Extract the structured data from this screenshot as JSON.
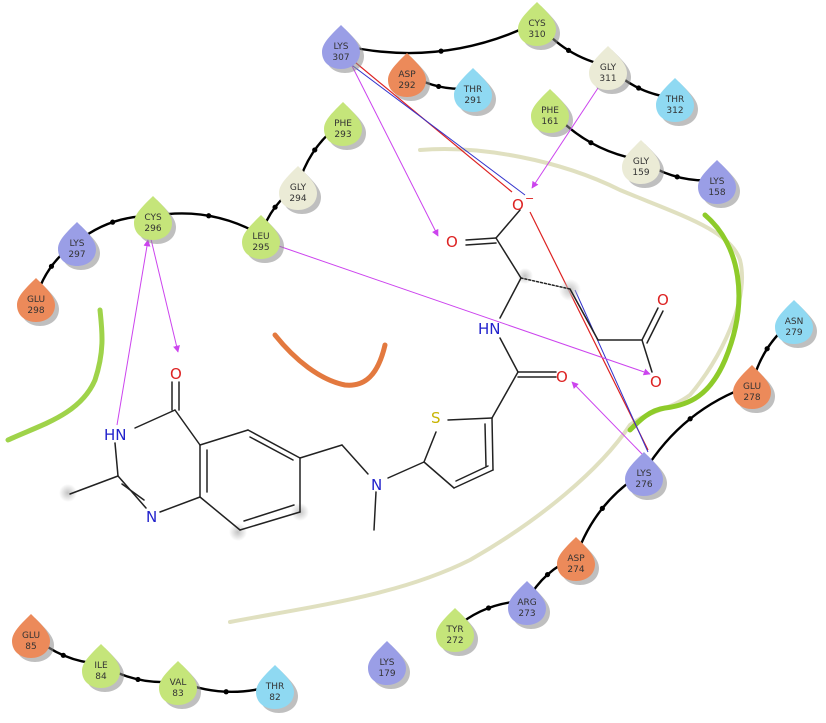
{
  "residues": [
    {
      "id": "lys307",
      "name": "LYS",
      "num": "307",
      "type": "basic"
    },
    {
      "id": "cys310",
      "name": "CYS",
      "num": "310",
      "type": "hydrophobic"
    },
    {
      "id": "gly311",
      "name": "GLY",
      "num": "311",
      "type": "glycine"
    },
    {
      "id": "thr312",
      "name": "THR",
      "num": "312",
      "type": "polar"
    },
    {
      "id": "asp292",
      "name": "ASP",
      "num": "292",
      "type": "acidic"
    },
    {
      "id": "thr291",
      "name": "THR",
      "num": "291",
      "type": "polar"
    },
    {
      "id": "phe161",
      "name": "PHE",
      "num": "161",
      "type": "hydrophobic"
    },
    {
      "id": "gly159",
      "name": "GLY",
      "num": "159",
      "type": "glycine"
    },
    {
      "id": "lys158",
      "name": "LYS",
      "num": "158",
      "type": "basic"
    },
    {
      "id": "phe293",
      "name": "PHE",
      "num": "293",
      "type": "hydrophobic"
    },
    {
      "id": "gly294",
      "name": "GLY",
      "num": "294",
      "type": "glycine"
    },
    {
      "id": "cys296",
      "name": "CYS",
      "num": "296",
      "type": "hydrophobic"
    },
    {
      "id": "leu295",
      "name": "LEU",
      "num": "295",
      "type": "hydrophobic"
    },
    {
      "id": "lys297",
      "name": "LYS",
      "num": "297",
      "type": "basic"
    },
    {
      "id": "glu298",
      "name": "GLU",
      "num": "298",
      "type": "acidic"
    },
    {
      "id": "asn279",
      "name": "ASN",
      "num": "279",
      "type": "polar"
    },
    {
      "id": "glu278",
      "name": "GLU",
      "num": "278",
      "type": "acidic"
    },
    {
      "id": "lys276",
      "name": "LYS",
      "num": "276",
      "type": "basic"
    },
    {
      "id": "asp274",
      "name": "ASP",
      "num": "274",
      "type": "acidic"
    },
    {
      "id": "arg273",
      "name": "ARG",
      "num": "273",
      "type": "basic"
    },
    {
      "id": "tyr272",
      "name": "TYR",
      "num": "272",
      "type": "hydrophobic"
    },
    {
      "id": "glu85",
      "name": "GLU",
      "num": "85",
      "type": "acidic"
    },
    {
      "id": "ile84",
      "name": "ILE",
      "num": "84",
      "type": "hydrophobic"
    },
    {
      "id": "val83",
      "name": "VAL",
      "num": "83",
      "type": "hydrophobic"
    },
    {
      "id": "thr82",
      "name": "THR",
      "num": "82",
      "type": "polar"
    },
    {
      "id": "lys179",
      "name": "LYS",
      "num": "179",
      "type": "basic"
    }
  ],
  "atom_labels": {
    "o_minus": "O",
    "charge": "−",
    "o_acid": "O",
    "o_side": "O",
    "o_side_lower": "O",
    "nh_amide": "HN",
    "o_amide": "O",
    "s_thio": "S",
    "n_methyl": "N",
    "o_quin": "O",
    "hn_quin": "HN",
    "n_quin": "N"
  },
  "colors": {
    "basic": "#9a9ee6",
    "acidic": "#ec8a5a",
    "polar": "#8fd9f2",
    "hydrophobic": "#c5e57a",
    "glycine": "#ebebd6",
    "backbone": "#000000",
    "hbond": "#cc44ee",
    "salt_bridge": "#dd2222",
    "cation_pi": "#3333cc",
    "pocket": "#8ecb2a",
    "ligand_bond": "#222222",
    "oxygen": "#dd2222",
    "nitrogen": "#2222cc",
    "sulfur": "#c8b400"
  }
}
